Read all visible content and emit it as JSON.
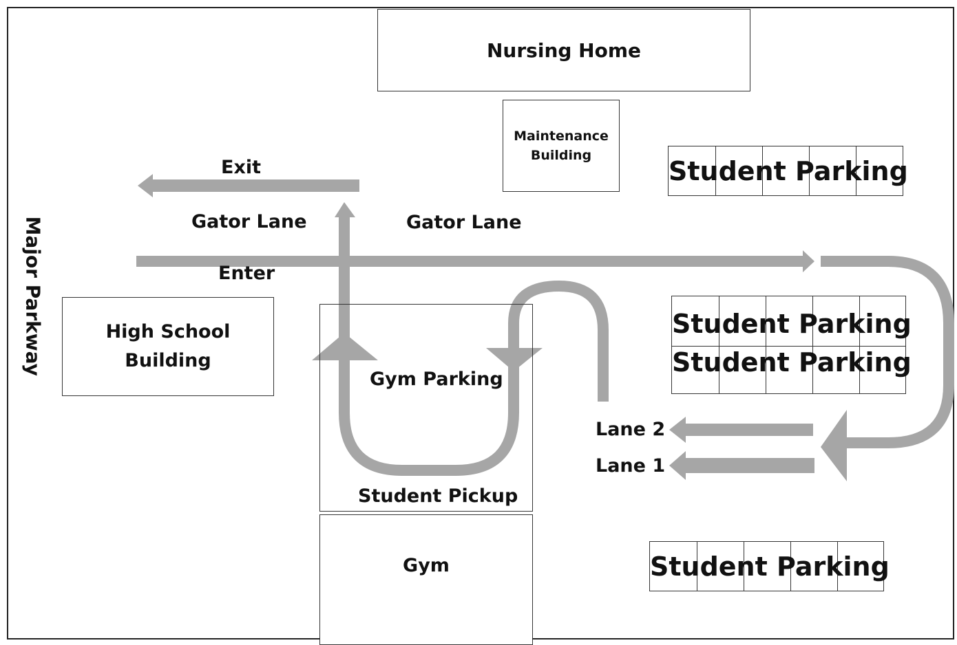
{
  "labels": {
    "nursing_home": "Nursing Home",
    "maintenance_line1": "Maintenance",
    "maintenance_line2": "Building",
    "exit": "Exit",
    "gator_lane_left": "Gator Lane",
    "gator_lane_right": "Gator Lane",
    "enter": "Enter",
    "major_parkway": "Major Parkway",
    "high_school_line1": "High School",
    "high_school_line2": "Building",
    "gym_parking": "Gym Parking",
    "student_pickup": "Student Pickup",
    "gym": "Gym",
    "lane2": "Lane 2",
    "lane1": "Lane 1",
    "student_parking_1": "Student Parking",
    "student_parking_2": "Student Parking",
    "student_parking_3": "Student Parking",
    "student_parking_4": "Student Parking"
  },
  "colors": {
    "arrow": "#a6a6a6",
    "outline": "#333333"
  }
}
